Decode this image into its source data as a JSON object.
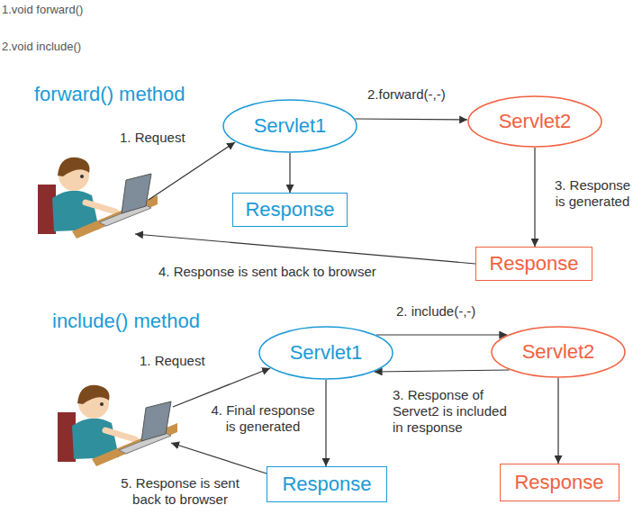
{
  "diagram": {
    "nodes": [
      {
        "text": [
          "Servlet1"
        ]
      },
      {
        "text": [
          "Servlet2"
        ]
      },
      {
        "text": [
          "Response"
        ]
      },
      {
        "text": [
          "Response"
        ]
      },
      {
        "text": [
          "Servlet1"
        ]
      },
      {
        "text": [
          "Servlet2"
        ]
      },
      {
        "text": [
          "Response"
        ]
      },
      {
        "text": [
          "Response"
        ]
      }
    ],
    "edges": [
      {
        "from": 0,
        "to": 1,
        "arrow": "to",
        "label": "2.forward(-,-)"
      },
      {
        "from": 0,
        "to": 2,
        "arrow": "to"
      },
      {
        "from": 1,
        "to": 3,
        "arrow": "to",
        "label": "3. Response is generated"
      },
      {
        "from": 4,
        "to": 5,
        "arrow": "to",
        "label": "2. include(-,-)"
      },
      {
        "from": 5,
        "to": 4,
        "arrow": "to",
        "label": "3. Response of Servet2 is included in response"
      },
      {
        "from": 4,
        "to": 6,
        "arrow": "to",
        "label": "4. Final response is generated"
      },
      {
        "from": 5,
        "to": 7,
        "arrow": "to"
      }
    ],
    "labels": [
      "1.void forward()",
      "2.void include()",
      "forward() method",
      "include() method",
      "1. Request",
      "4. Response is sent back to browser",
      "1. Request",
      "5. Response is sent back to browser"
    ]
  }
}
